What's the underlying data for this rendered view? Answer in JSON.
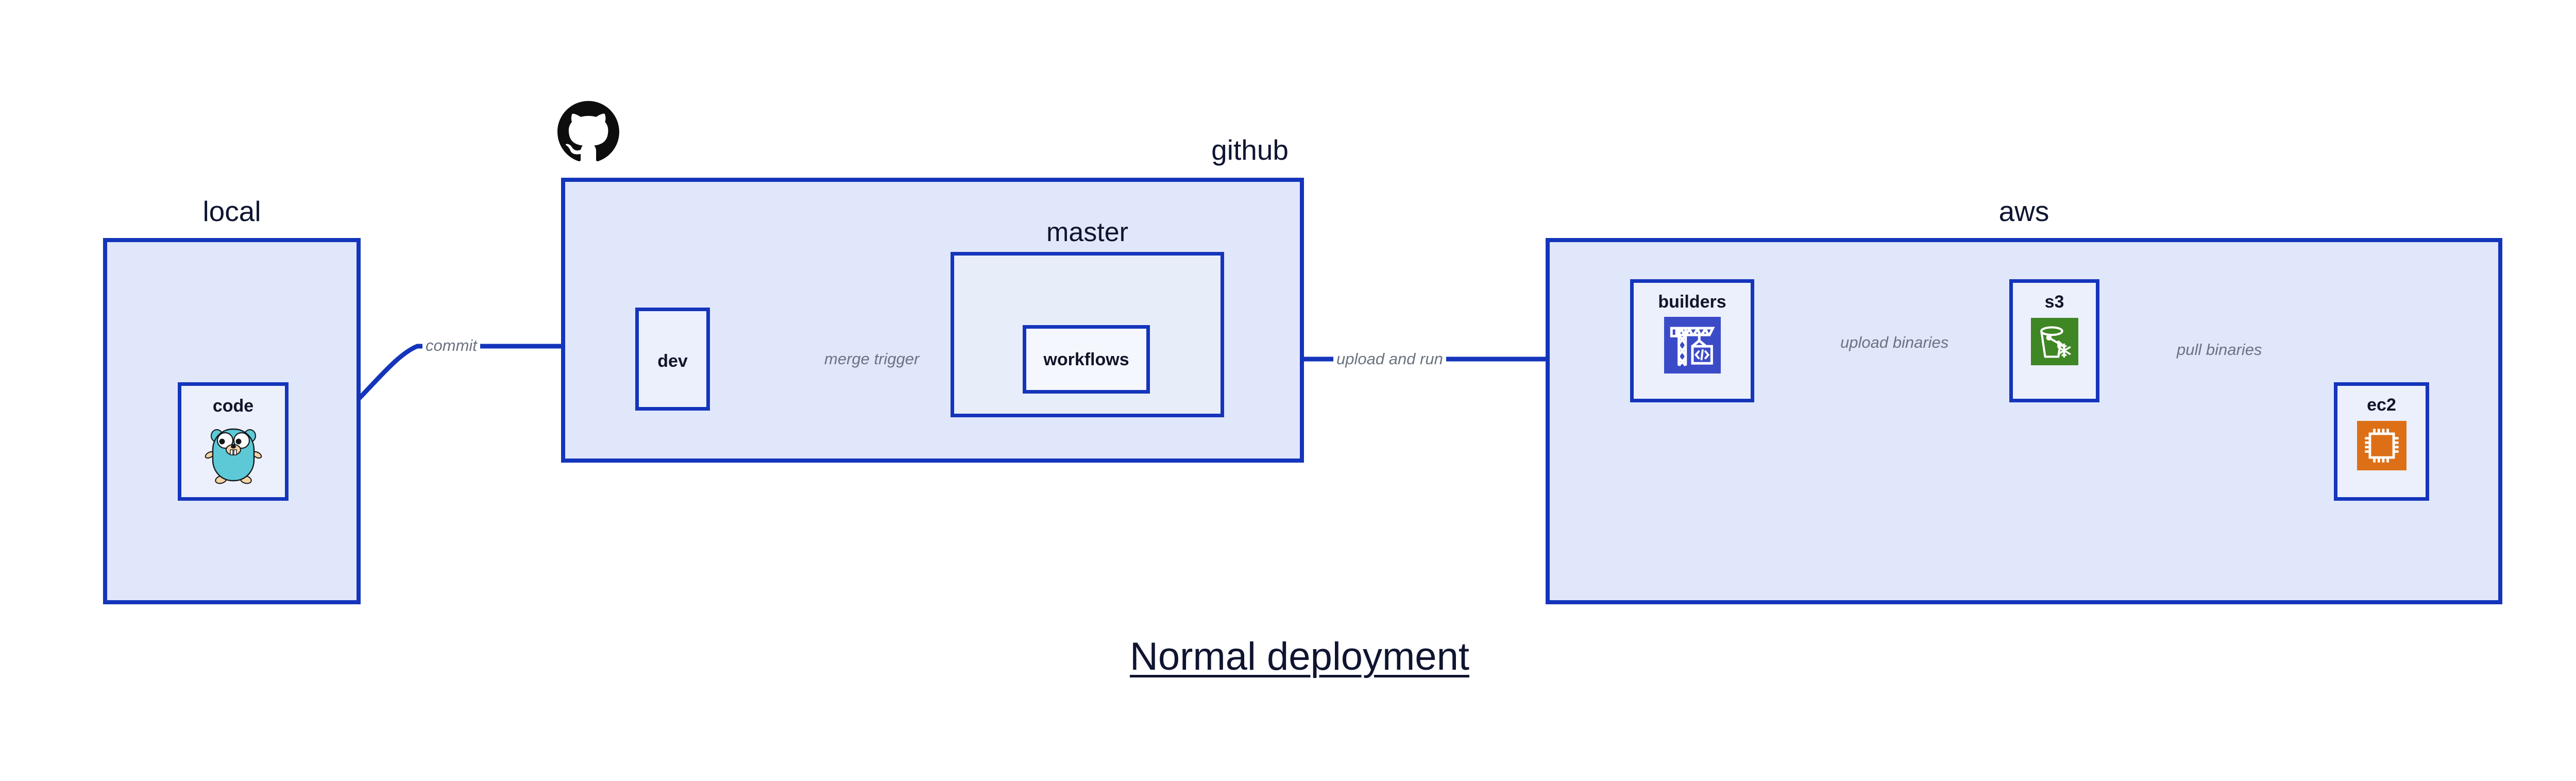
{
  "title": "Normal deployment",
  "colors": {
    "group_fill": "#e1e7fb",
    "nested_group_fill": "#e8edfa",
    "node_fill": "#ebf0fc",
    "plain_node_fill": "#f5f7fe",
    "border_blue": "#1435bb",
    "edge_blue": "#1435bb",
    "edge_label_gray": "#6b7280",
    "text_navy": "#0f1530",
    "codebuild_icon_bg": "#3b4bc8",
    "s3_icon_bg": "#3f8624",
    "ec2_icon_bg": "#dd7017",
    "gopher_body": "#5dc9d6",
    "gopher_skin": "#f5d3a4",
    "octocat_black": "#0d0d0d",
    "background": "#ffffff"
  },
  "groups": [
    {
      "id": "local",
      "label": "local",
      "label_align": "center"
    },
    {
      "id": "github",
      "label": "github",
      "label_align": "right"
    },
    {
      "id": "master",
      "label": "master",
      "label_align": "center"
    },
    {
      "id": "aws",
      "label": "aws",
      "label_align": "center"
    }
  ],
  "nodes": [
    {
      "id": "code",
      "label": "code",
      "icon": "go-gopher-icon",
      "parent": "local"
    },
    {
      "id": "dev",
      "label": "dev",
      "icon": null,
      "parent": "github"
    },
    {
      "id": "workflows",
      "label": "workflows",
      "icon": null,
      "parent": "master"
    },
    {
      "id": "builders",
      "label": "builders",
      "icon": "aws-codebuild-icon",
      "parent": "aws"
    },
    {
      "id": "s3",
      "label": "s3",
      "icon": "aws-s3-bucket-icon",
      "parent": "aws"
    },
    {
      "id": "ec2",
      "label": "ec2",
      "icon": "aws-ec2-chip-icon",
      "parent": "aws"
    }
  ],
  "edges": [
    {
      "id": "commit",
      "from": "code",
      "to": "dev",
      "label": "commit"
    },
    {
      "id": "merge-trigger",
      "from": "dev",
      "to": "workflows",
      "label": "merge trigger"
    },
    {
      "id": "upload-and-run",
      "from": "workflows",
      "to": "builders",
      "label": "upload and run"
    },
    {
      "id": "upload-binaries",
      "from": "builders",
      "to": "s3",
      "label": "upload binaries"
    },
    {
      "id": "pull-binaries",
      "from": "s3",
      "to": "ec2",
      "label": "pull binaries"
    }
  ],
  "logos": [
    {
      "id": "github-logo",
      "icon": "github-octocat-icon",
      "attached_to": "github"
    }
  ]
}
